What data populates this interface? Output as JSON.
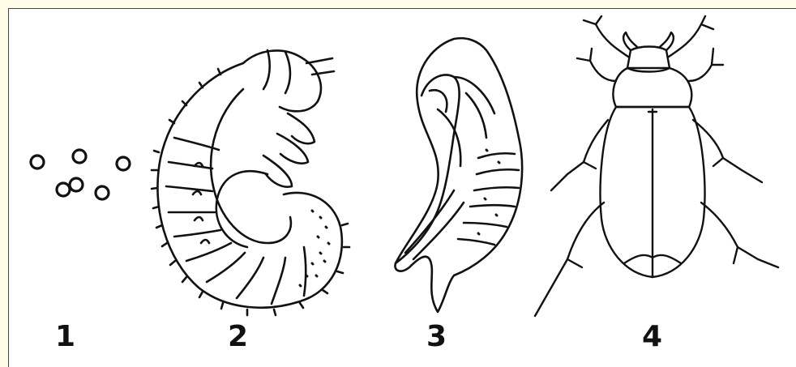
{
  "stages": [
    {
      "id": "egg",
      "label": "1"
    },
    {
      "id": "larva",
      "label": "2"
    },
    {
      "id": "pupa",
      "label": "3"
    },
    {
      "id": "adult-beetle",
      "label": "4"
    }
  ],
  "colors": {
    "ink": "#111111",
    "paper": "#ffffff",
    "page-tint": "#fffde8"
  }
}
